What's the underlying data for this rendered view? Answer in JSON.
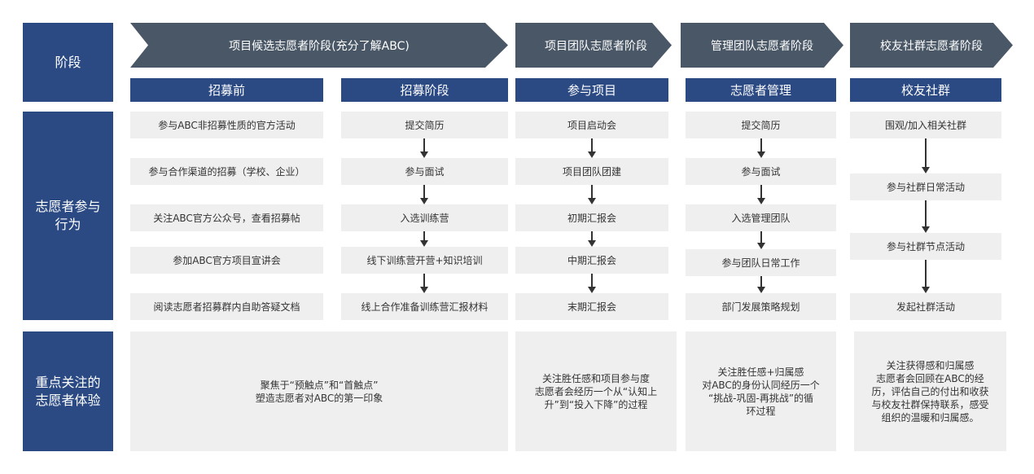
{
  "row_labels": {
    "stage": "阶段",
    "behavior": "志愿者参与\n行为",
    "experience": "重点关注的\n志愿者体验"
  },
  "stages": [
    "项目候选志愿者阶段(充分了解ABC)",
    "项目团队志愿者阶段",
    "管理团队志愿者阶段",
    "校友社群志愿者阶段"
  ],
  "columns": [
    {
      "header": "招募前",
      "items": [
        "参与ABC非招募性质的官方活动",
        "参与合作渠道的招募（学校、企业）",
        "关注ABC官方公众号，查看招募帖",
        "参加ABC官方项目宣讲会",
        "阅读志愿者招募群内自助答疑文档"
      ]
    },
    {
      "header": "招募阶段",
      "items": [
        "提交简历",
        "参与面试",
        "入选训练营",
        "线下训练营开营+知识培训",
        "线上合作准备训练营汇报材料"
      ]
    },
    {
      "header": "参与项目",
      "items": [
        "项目启动会",
        "项目团队团建",
        "初期汇报会",
        "中期汇报会",
        "末期汇报会"
      ]
    },
    {
      "header": "志愿者管理",
      "items": [
        "提交简历",
        "参与面试",
        "入选管理团队",
        "参与团队日常工作",
        "部门发展策略规划"
      ]
    },
    {
      "header": "校友社群",
      "items": [
        "围观/加入相关社群",
        "参与社群日常活动",
        "参与社群节点活动",
        "发起社群活动"
      ]
    }
  ],
  "experiences": [
    "聚焦于“预触点”和“首触点”\n塑造志愿者对ABC的第一印象",
    "关注胜任感和项目参与度\n志愿者会经历一个从“认知上\n升”到“投入下降”的过程",
    "关注胜任感+归属感\n对ABC的身份认同经历一个\n“挑战-巩固-再挑战”的循\n环过程",
    "关注获得感和归属感\n志愿者会回顾在ABC的经\n历，评估自己的付出和收获\n与校友社群保持联系，感受\n组织的温暖和归属感。"
  ],
  "colors": {
    "label_blue": "#2b4a84",
    "stage_gray": "#4a5767",
    "cell_bg": "#efefef",
    "arrow": "#333333"
  }
}
